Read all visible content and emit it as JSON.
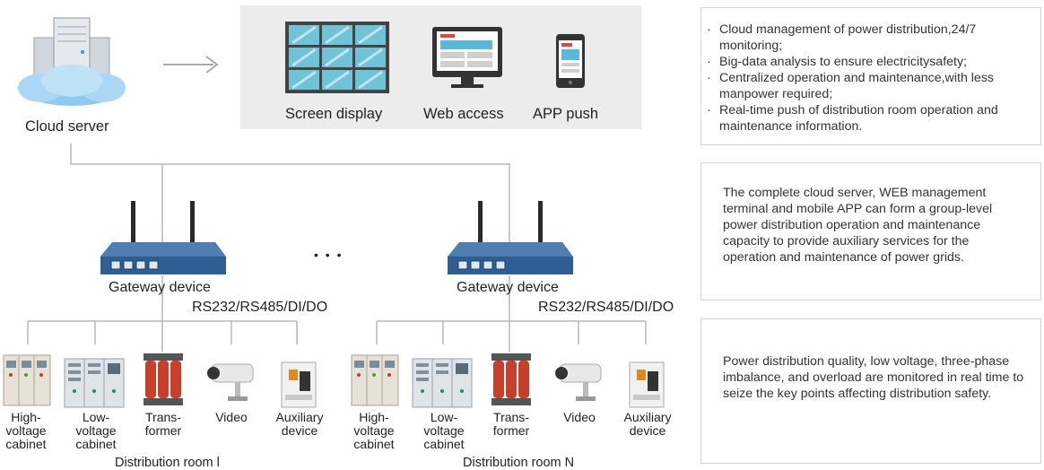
{
  "cloud": {
    "label": "Cloud server"
  },
  "outputs": {
    "items": [
      {
        "label": "Screen display",
        "icon": "video-wall-icon"
      },
      {
        "label": "Web access",
        "icon": "monitor-icon"
      },
      {
        "label": "APP push",
        "icon": "smartphone-icon"
      }
    ]
  },
  "features": {
    "bullets": [
      "Cloud management of power distribution,24/7 monitoring;",
      "Big-data analysis to ensure electricitysafety;",
      "Centralized operation and maintenance,with less manpower required;",
      "Real-time push of distribution room operation and maintenance information."
    ]
  },
  "panel2": {
    "text": "The complete cloud server, WEB management terminal and mobile APP can form a group-level power distribution operation and maintenance capacity to provide auxiliary services for the operation and maintenance of power grids."
  },
  "panel3": {
    "text": "Power distribution quality, low voltage, three-phase imbalance, and overload are monitored in real time to seize the key points affecting distribution safety."
  },
  "ellipsis": "• • •",
  "rooms": [
    {
      "gateway_label": "Gateway device",
      "protocol": "RS232/RS485/DI/DO",
      "room_label": "Distribution room l",
      "devices": [
        "High-\nvoltage\ncabinet",
        "Low-\nvoltage\ncabinet",
        "Trans-\nformer",
        "Video",
        "Auxiliary\ndevice"
      ]
    },
    {
      "gateway_label": "Gateway device",
      "protocol": "RS232/RS485/DI/DO",
      "room_label": "Distribution room N",
      "devices": [
        "High-\nvoltage\ncabinet",
        "Low-\nvoltage\ncabinet",
        "Trans-\nformer",
        "Video",
        "Auxiliary\ndevice"
      ]
    }
  ],
  "colors": {
    "gateway": "#2f5f92",
    "line": "#b9b9b9",
    "output_bg": "#ececec",
    "transformer": "#c8402c"
  }
}
